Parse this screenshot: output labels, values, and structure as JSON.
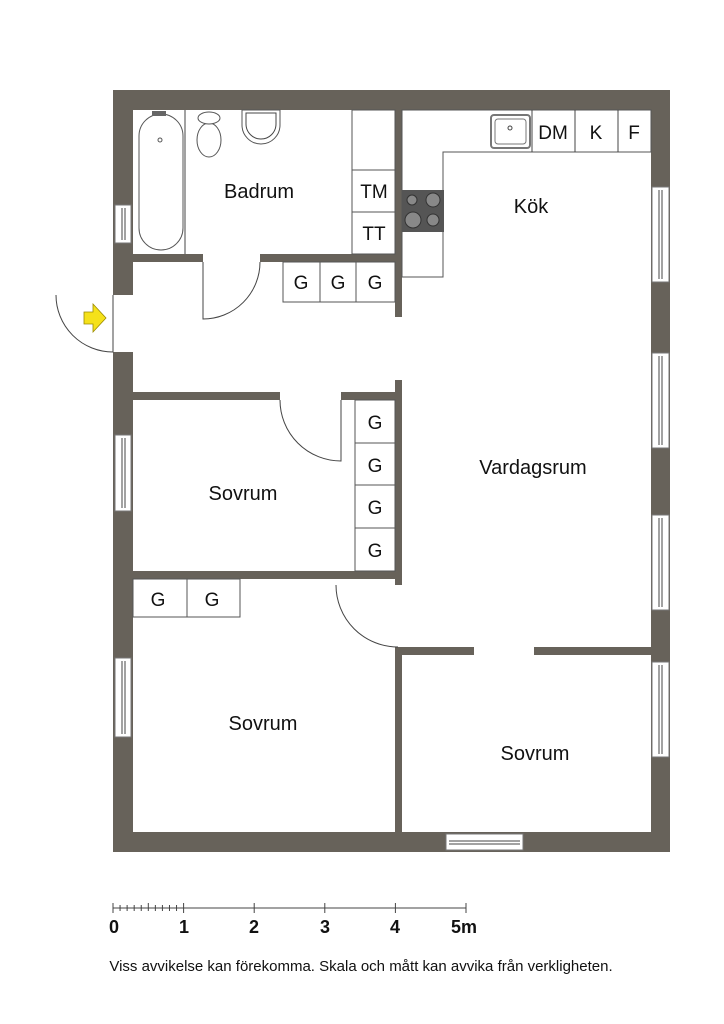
{
  "rooms": {
    "badrum": "Badrum",
    "kok": "Kök",
    "vardagsrum": "Vardagsrum",
    "sovrum_1": "Sovrum",
    "sovrum_2": "Sovrum",
    "sovrum_3": "Sovrum"
  },
  "fixtures": {
    "tm": "TM",
    "tt": "TT",
    "dm": "DM",
    "k": "K",
    "f": "F",
    "g": "G"
  },
  "scale": {
    "ticks": [
      "0",
      "1",
      "2",
      "3",
      "4",
      "5m"
    ]
  },
  "disclaimer": "Viss avvikelse kan förekomma. Skala och mått kan avvika från verkligheten.",
  "colors": {
    "wall": "#67625a",
    "entry_arrow": "#f5e11a"
  }
}
